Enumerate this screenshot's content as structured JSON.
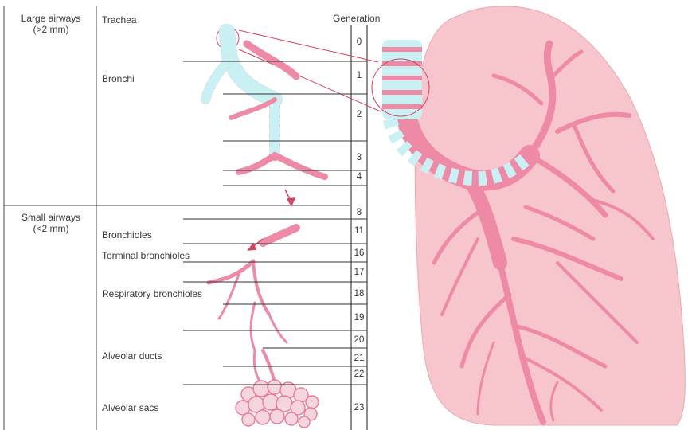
{
  "sizes": {
    "large": "Large airways\n(>2 mm)",
    "small": "Small airways\n(<2 mm)"
  },
  "axis_title": "Generation",
  "generations": [
    "0",
    "1",
    "2",
    "3",
    "4",
    "8",
    "11",
    "16",
    "17",
    "18",
    "19",
    "20",
    "21",
    "22",
    "23"
  ],
  "structures": {
    "trachea": "Trachea",
    "bronchi": "Bronchi",
    "bronchioles": "Bronchioles",
    "terminal": "Terminal bronchioles",
    "respiratory": "Respiratory bronchioles",
    "alveolar_ducts": "Alveolar ducts",
    "alveolar_sacs": "Alveolar sacs"
  },
  "colors": {
    "lung": "#f7c6cc",
    "airway_pink": "#ee8aa5",
    "cartilage": "#c9f0f2",
    "callout": "#d8405f",
    "line": "#3a3a3a"
  }
}
